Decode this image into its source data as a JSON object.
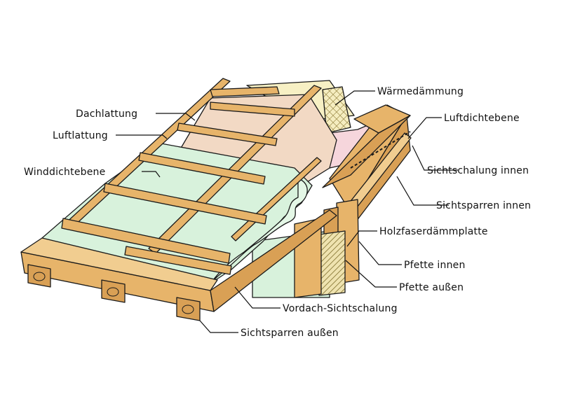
{
  "colors": {
    "wood": "#e7b46a",
    "wood_dark": "#c98f43",
    "wood_side": "#d9a055",
    "wind_membrane": "#d8f2dc",
    "insulation_pink": "#f2d9c4",
    "insulation_yellow": "#f7f0c4",
    "fiber_board": "#e8d9a0",
    "outline": "#1a1a1a"
  },
  "labels": {
    "waermedaemmung": "Wärmedämmung",
    "luftdichtebene": "Luftdichtebene",
    "dachlattung": "Dachlattung",
    "luftlattung": "Luftlattung",
    "winddichtebene": "Winddichtebene",
    "sichtschalung_innen": "Sichtschalung innen",
    "sichtsparren_innen": "Sichtsparren innen",
    "holzfaserdaemmplatte": "Holzfaserdämmplatte",
    "pfette_innen": "Pfette innen",
    "pfette_aussen": "Pfette außen",
    "vordach_sichtschalung": "Vordach-Sichtschalung",
    "sichtsparren_aussen": "Sichtsparren außen"
  }
}
